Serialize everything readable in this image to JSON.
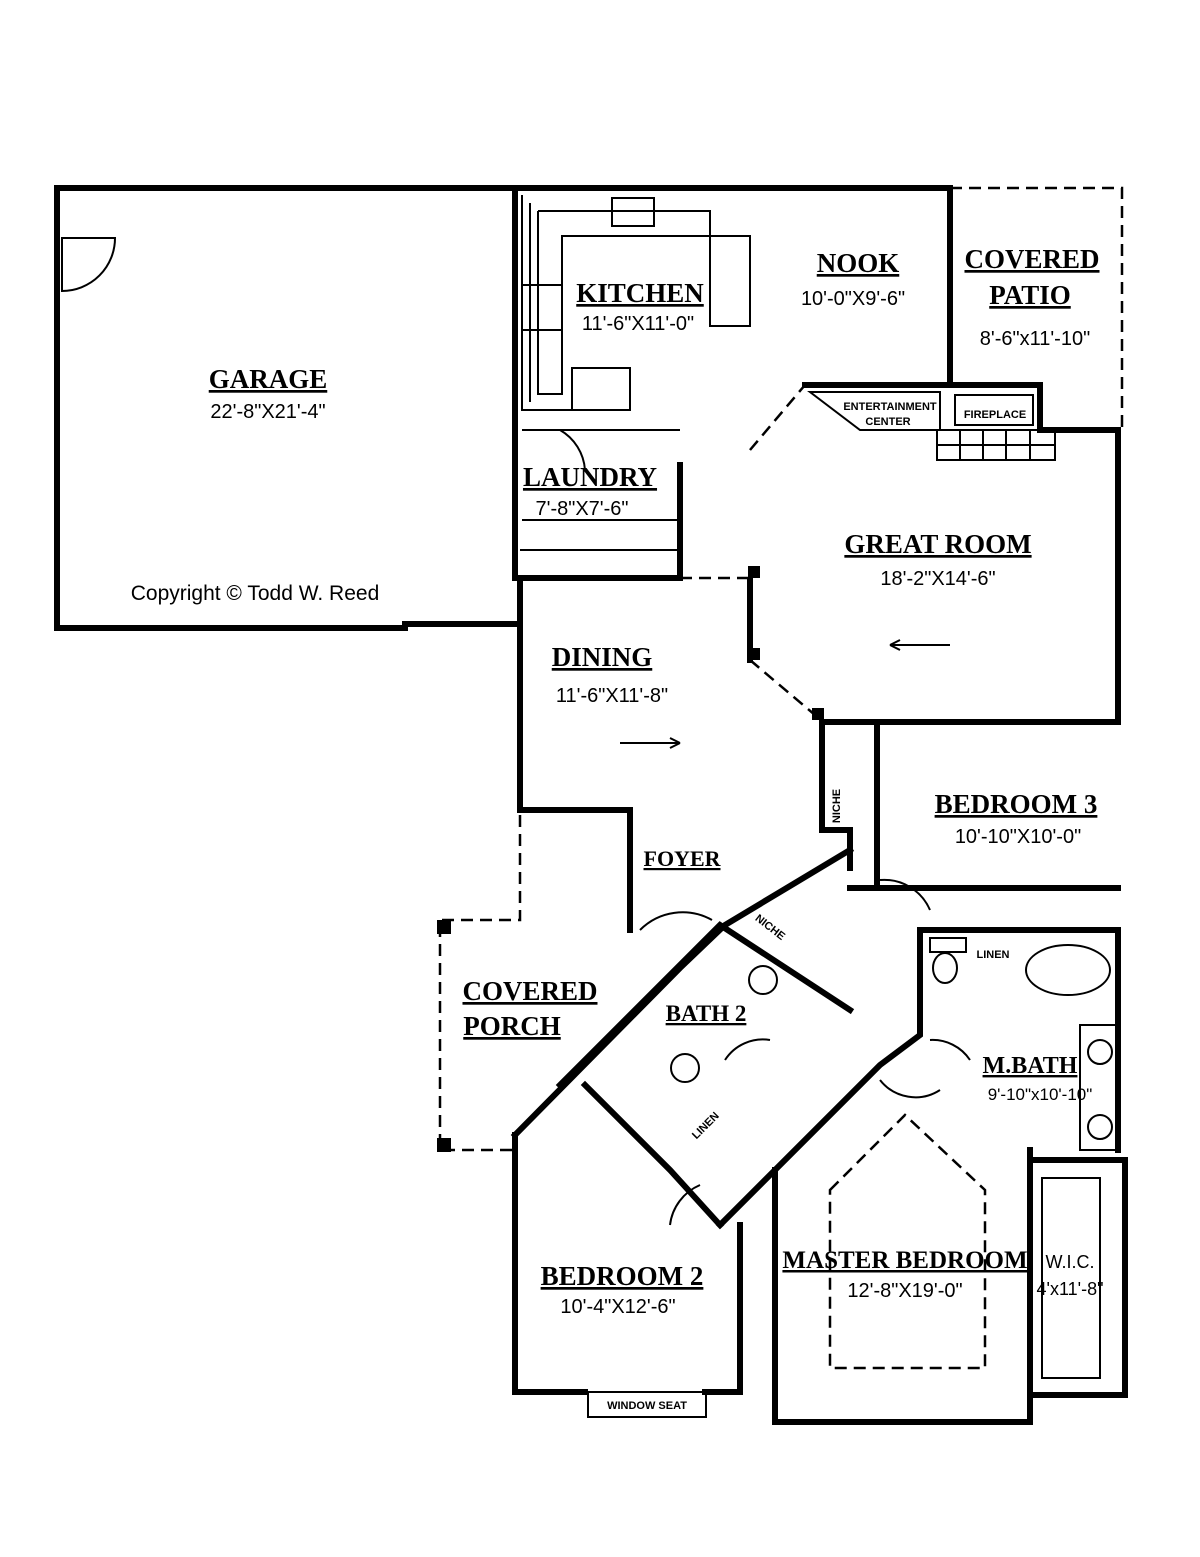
{
  "plan": {
    "copyright": "Copyright © Todd W. Reed",
    "rooms": {
      "garage": {
        "name": "GARAGE",
        "size": "22'-8\"X21'-4\""
      },
      "kitchen": {
        "name": "KITCHEN",
        "size": "11'-6\"X11'-0\""
      },
      "nook": {
        "name": "NOOK",
        "size": "10'-0\"X9'-6\""
      },
      "patio": {
        "name1": "COVERED",
        "name2": "PATIO",
        "size": "8'-6\"x11'-10\""
      },
      "laundry": {
        "name": "LAUNDRY",
        "size": "7'-8\"X7'-6\""
      },
      "great_room": {
        "name": "GREAT ROOM",
        "size": "18'-2\"X14'-6\""
      },
      "dining": {
        "name": "DINING",
        "size": "11'-6\"X11'-8\""
      },
      "bedroom3": {
        "name": "BEDROOM 3",
        "size": "10'-10\"X10'-0\""
      },
      "foyer": {
        "name": "FOYER"
      },
      "porch": {
        "name1": "COVERED",
        "name2": "PORCH"
      },
      "bath2": {
        "name": "BATH 2"
      },
      "mbath": {
        "name": "M.BATH",
        "size": "9'-10\"x10'-10\""
      },
      "bedroom2": {
        "name": "BEDROOM 2",
        "size": "10'-4\"X12'-6\""
      },
      "master": {
        "name": "MASTER BEDROOM",
        "size": "12'-8\"X19'-0\""
      },
      "wic": {
        "name": "W.I.C.",
        "size": "4'x11'-8\""
      }
    },
    "features": {
      "entertainment1": "ENTERTAINMENT",
      "entertainment2": "CENTER",
      "fireplace": "FIREPLACE",
      "niche": "NICHE",
      "niche2": "NICHE",
      "linen1": "LINEN",
      "linen2": "LINEN",
      "window_seat": "WINDOW SEAT"
    }
  }
}
